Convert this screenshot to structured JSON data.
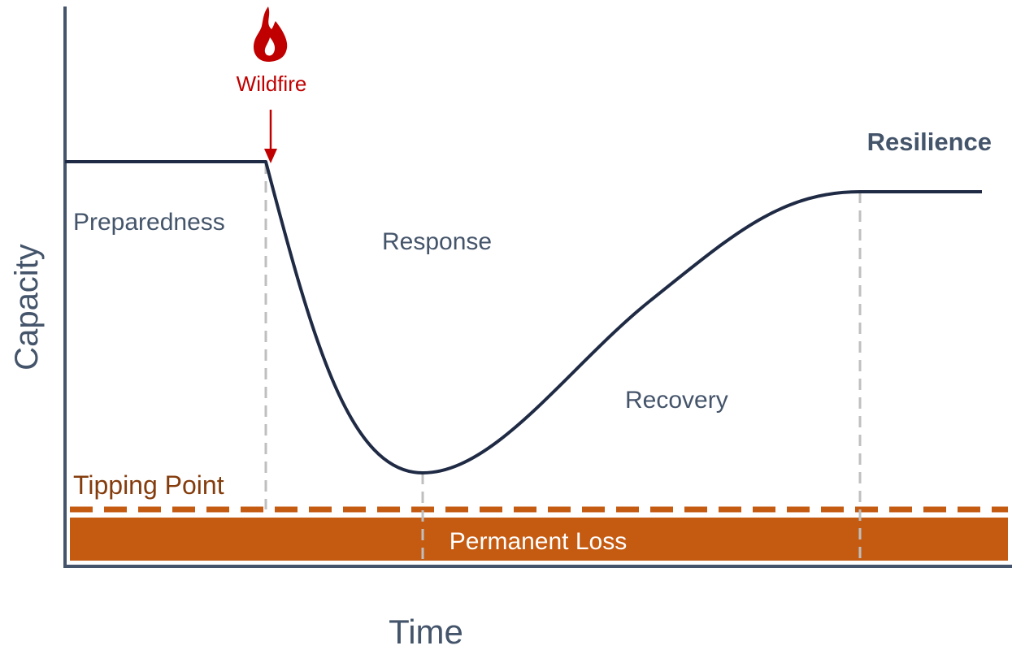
{
  "diagram": {
    "axes": {
      "y_label": "Capacity",
      "x_label": "Time"
    },
    "event": {
      "label": "Wildfire",
      "icon": "fire-icon",
      "color": "#c00000"
    },
    "phases": {
      "preparedness": "Preparedness",
      "response": "Response",
      "recovery": "Recovery",
      "resilience": "Resilience"
    },
    "threshold": {
      "label": "Tipping Point",
      "color": "#c55a11"
    },
    "zone": {
      "label": "Permanent Loss",
      "color": "#c55a11"
    },
    "colors": {
      "curve": "#1f2a44",
      "axis": "#44546a",
      "phase_text": "#44546a",
      "divider": "#bfbfbf"
    }
  }
}
